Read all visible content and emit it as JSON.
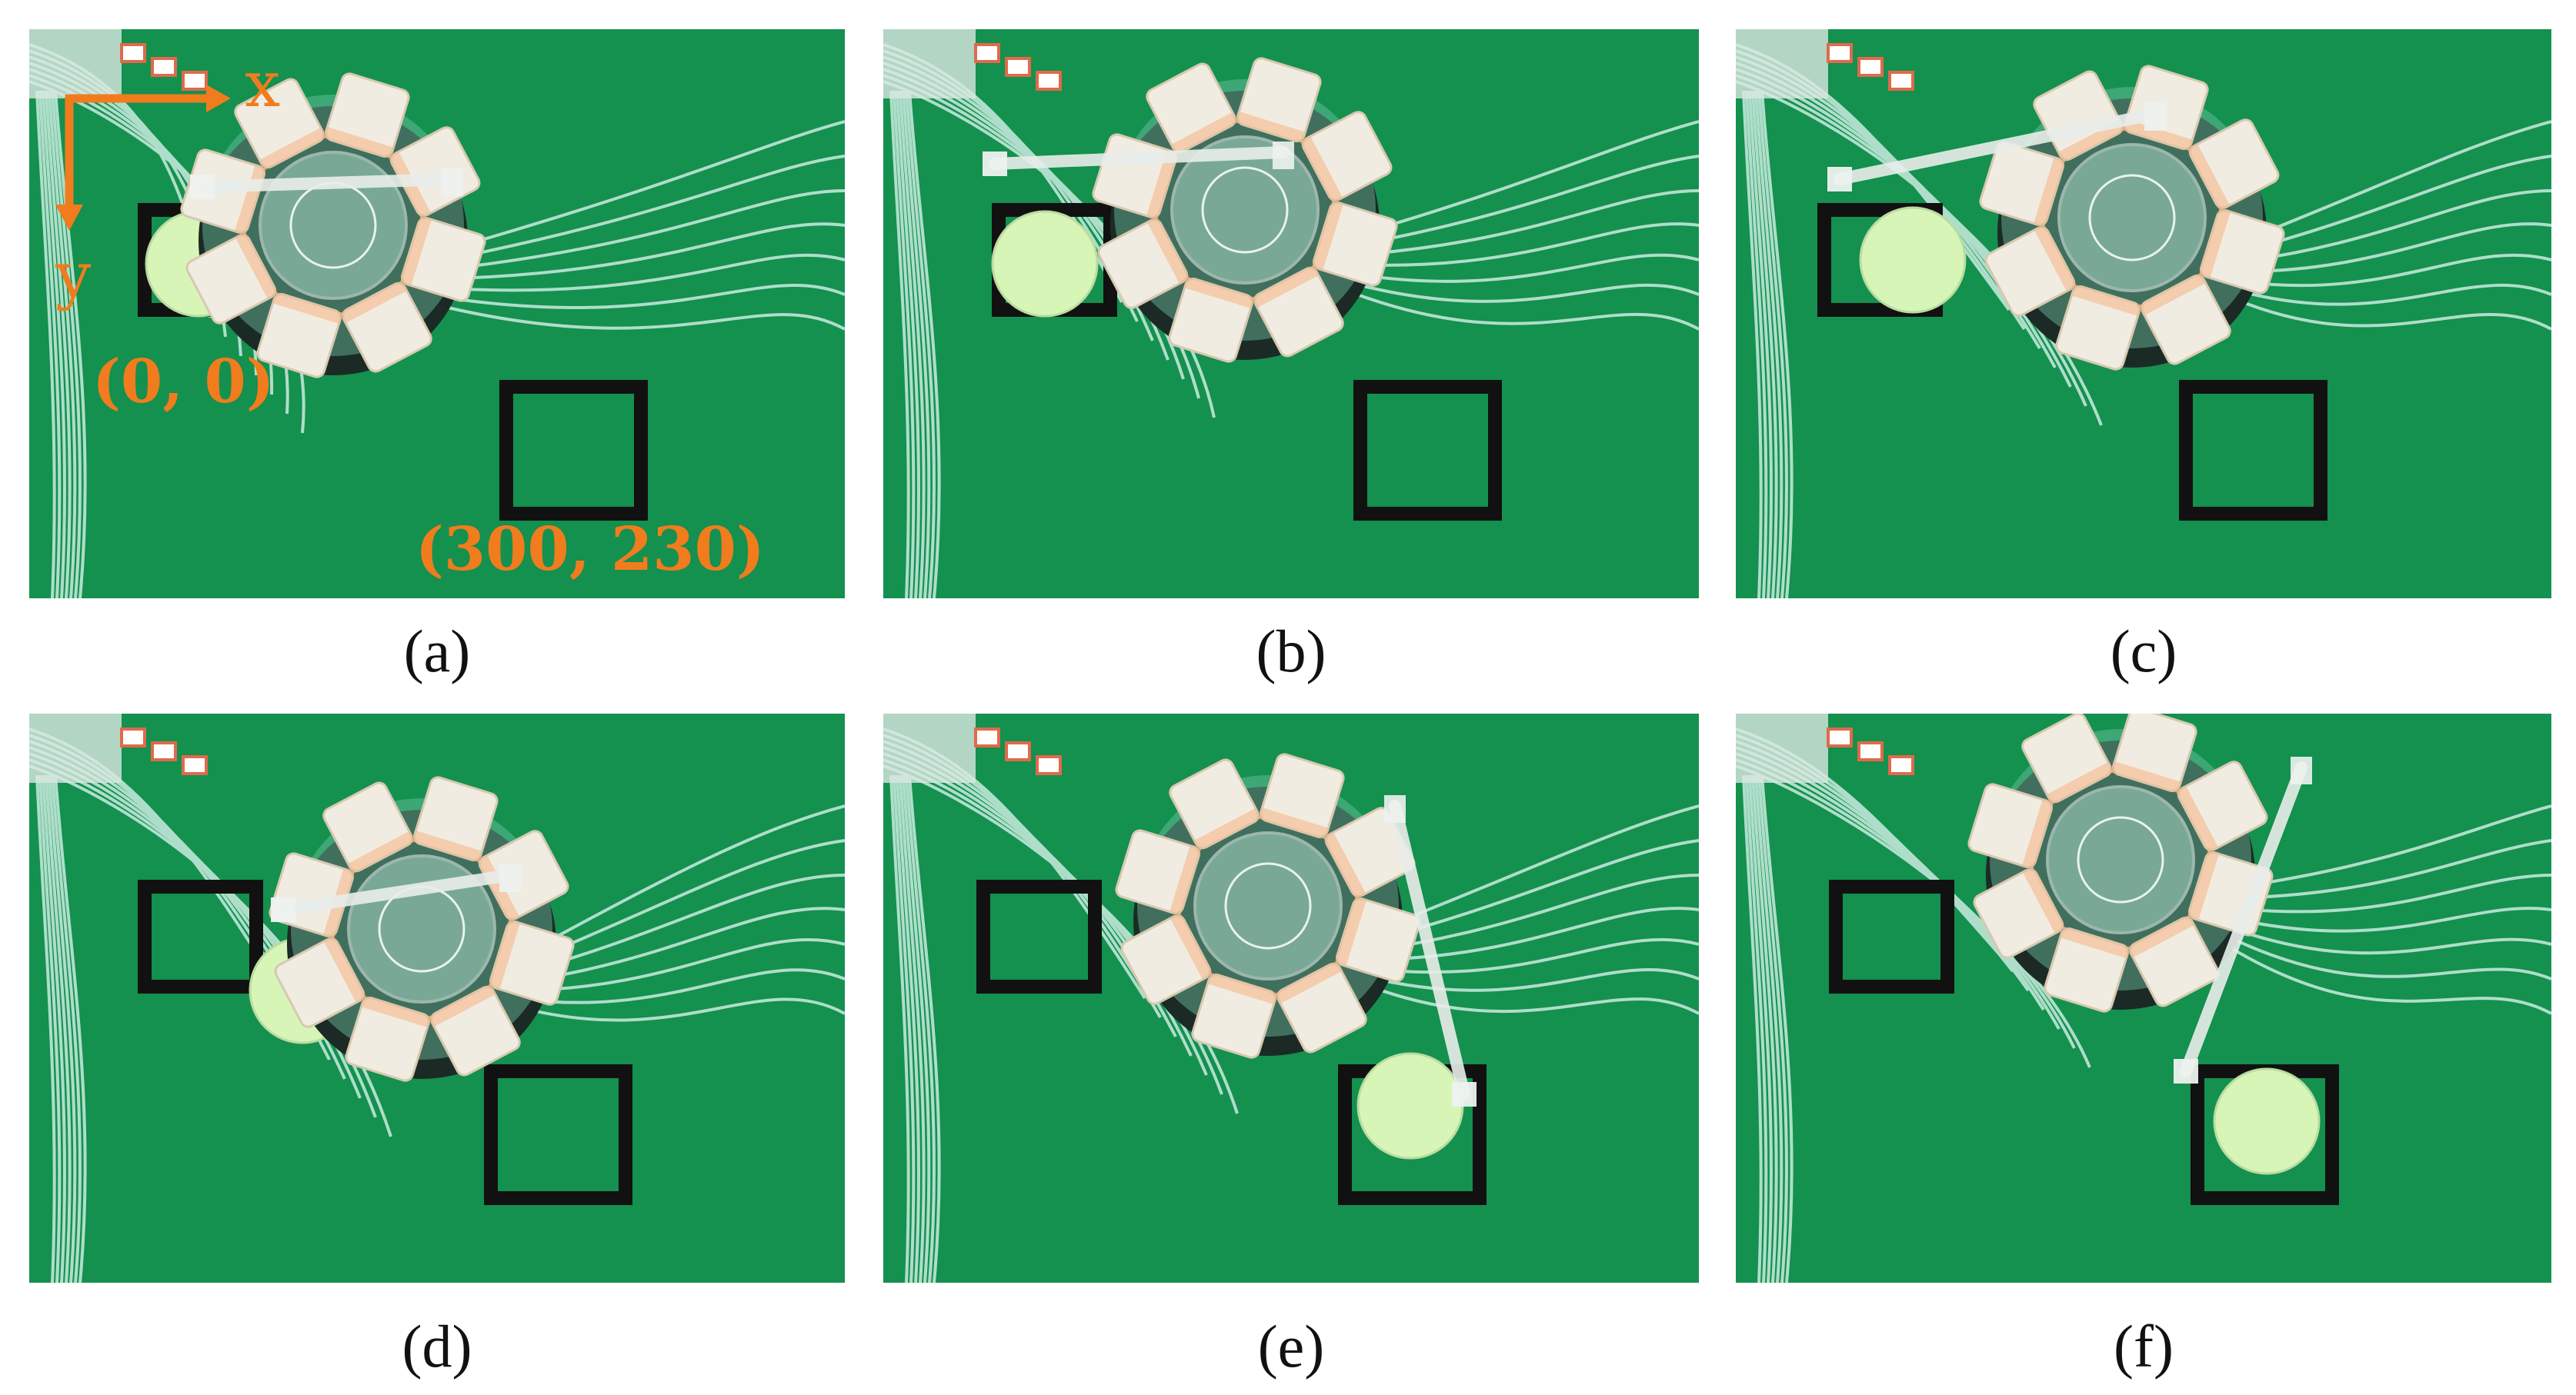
{
  "figure": {
    "panels": [
      {
        "id": "a",
        "label": "(a)"
      },
      {
        "id": "b",
        "label": "(b)"
      },
      {
        "id": "c",
        "label": "(c)"
      },
      {
        "id": "d",
        "label": "(d)"
      },
      {
        "id": "e",
        "label": "(e)"
      },
      {
        "id": "f",
        "label": "(f)"
      }
    ],
    "annotations": {
      "x_axis": "x",
      "y_axis": "y",
      "origin": "(0, 0)",
      "target": "(300, 230)"
    },
    "colors": {
      "background": "#14904f",
      "annotation": "#f07c1e",
      "marker": "#111111",
      "object": "#d8f5b8",
      "actuator": "#f1ece2"
    }
  }
}
